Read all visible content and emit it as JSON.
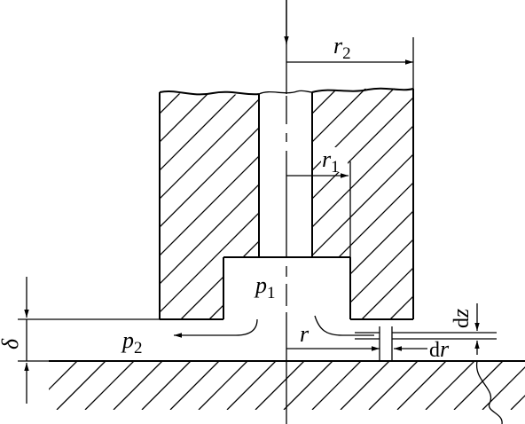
{
  "labels": {
    "r2": {
      "symbol": "r",
      "subscript": "2"
    },
    "r1": {
      "symbol": "r",
      "subscript": "1"
    },
    "p1": {
      "symbol": "p",
      "subscript": "1"
    },
    "p2": {
      "symbol": "p",
      "subscript": "2"
    },
    "r": {
      "symbol": "r"
    },
    "delta": {
      "symbol": "δ"
    },
    "dz": {
      "prefix": "d",
      "symbol": "z"
    },
    "dr": {
      "prefix": "d",
      "symbol": "r"
    }
  },
  "colors": {
    "ink": "#000000",
    "background": "#ffffff"
  }
}
